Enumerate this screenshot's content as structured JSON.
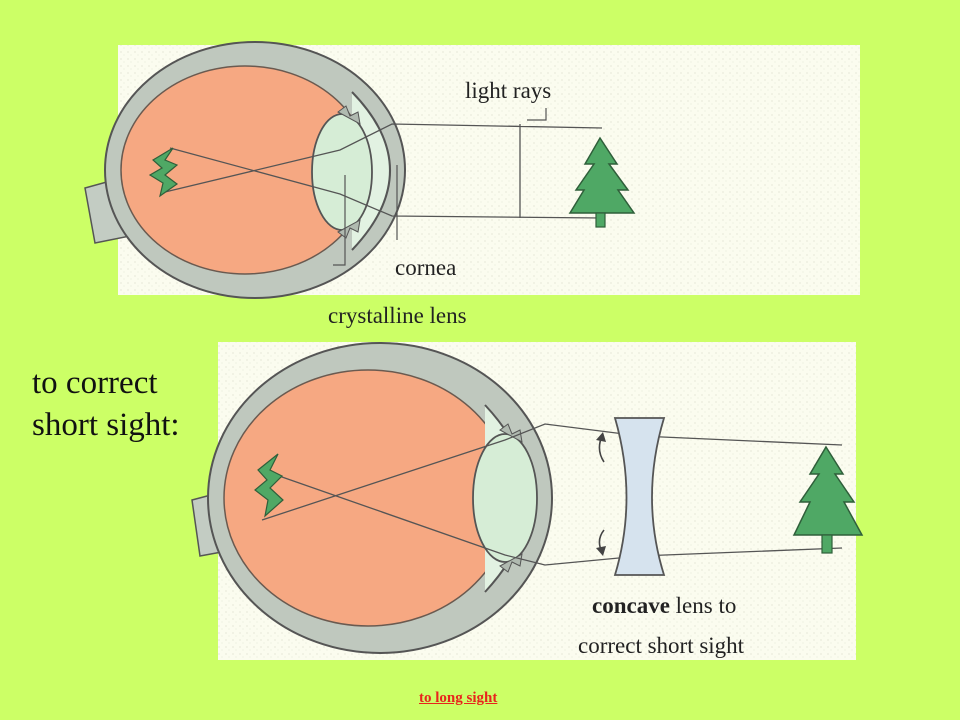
{
  "labels": {
    "light_rays": "light rays",
    "cornea": "cornea",
    "crystalline_lens": "crystalline lens",
    "correct_line1": "to correct",
    "correct_line2": "short sight:",
    "concave_bold": "concave",
    "concave_rest": " lens to",
    "concave_line2": "correct short sight"
  },
  "nav": {
    "long_sight_link": "to long sight"
  },
  "colors": {
    "background": "#CCFF66",
    "eyeball": "#F6A882",
    "sclera": "#B9C4B9",
    "lens": "#D6EDD6",
    "tree": "#4FA865",
    "link": "#E8251C"
  }
}
